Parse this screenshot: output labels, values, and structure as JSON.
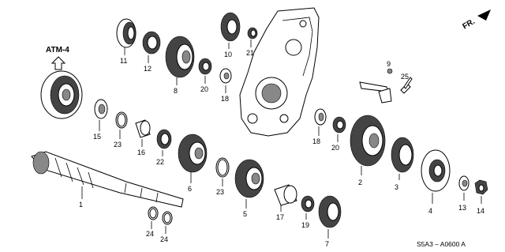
{
  "diagram": {
    "atm_label": "ATM-4",
    "fr_label": "FR.",
    "code": "S5A3 – A0600 A",
    "labels": {
      "p1": "1",
      "p2": "2",
      "p3": "3",
      "p4": "4",
      "p5": "5",
      "p6": "6",
      "p7": "7",
      "p8": "8",
      "p10": "10",
      "p11": "11",
      "p12": "12",
      "p13": "13",
      "p14": "14",
      "p15": "15",
      "p16": "16",
      "p17": "17",
      "p18a": "18",
      "p18b": "18",
      "p19": "19",
      "p20a": "20",
      "p20b": "20",
      "p21": "21",
      "p22": "22",
      "p23a": "23",
      "p23b": "23",
      "p24a": "24",
      "p24b": "24",
      "p25": "25",
      "p9": "9"
    }
  }
}
